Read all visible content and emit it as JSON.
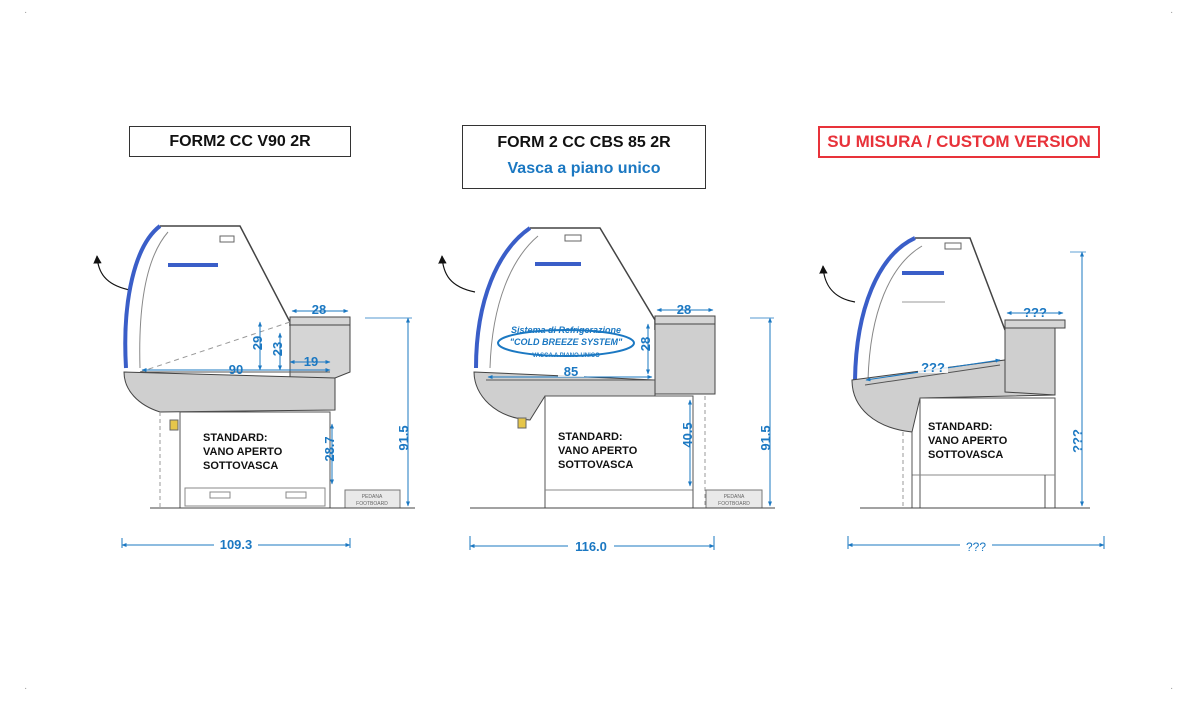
{
  "models": [
    {
      "title": "FORM2 CC V90 2R",
      "standard_label_lines": [
        "STANDARD:",
        "VANO APERTO",
        "SOTTOVASCA"
      ],
      "dims": {
        "top_depth": "28",
        "tank_depth": "90",
        "front_h1": "29",
        "front_h2": "23",
        "step_depth": "19",
        "base_height": "28.7",
        "total_height": "91.5",
        "total_width": "109.3"
      },
      "footboard_lines": [
        "PEDANA",
        "FOOTBOARD"
      ]
    },
    {
      "title": "FORM 2 CC CBS 85 2R",
      "subtitle": "Vasca a piano unico",
      "system_label_lines": [
        "Sistema di Refrigerazione",
        "\"COLD BREEZE SYSTEM\"",
        "VASCA A PIANO UNICO"
      ],
      "standard_label_lines": [
        "STANDARD:",
        "VANO APERTO",
        "SOTTOVASCA"
      ],
      "dims": {
        "top_depth": "28",
        "tank_depth": "85",
        "rear_height": "28",
        "base_height": "40.5",
        "total_height": "91.5",
        "total_width": "116.0"
      },
      "footboard_lines": [
        "PEDANA",
        "FOOTBOARD"
      ]
    },
    {
      "title": "SU MISURA / CUSTOM VERSION",
      "standard_label_lines": [
        "STANDARD:",
        "VANO APERTO",
        "SOTTOVASCA"
      ],
      "dims": {
        "top_depth": "???",
        "tank_depth": "???",
        "total_height": "???",
        "total_width": "???"
      }
    }
  ],
  "colors": {
    "dimension": "#1b78c2",
    "custom_accent": "#e8323a",
    "outline": "#444444",
    "body_fill": "#cfcfcf",
    "glass": "#3a5ec8"
  }
}
